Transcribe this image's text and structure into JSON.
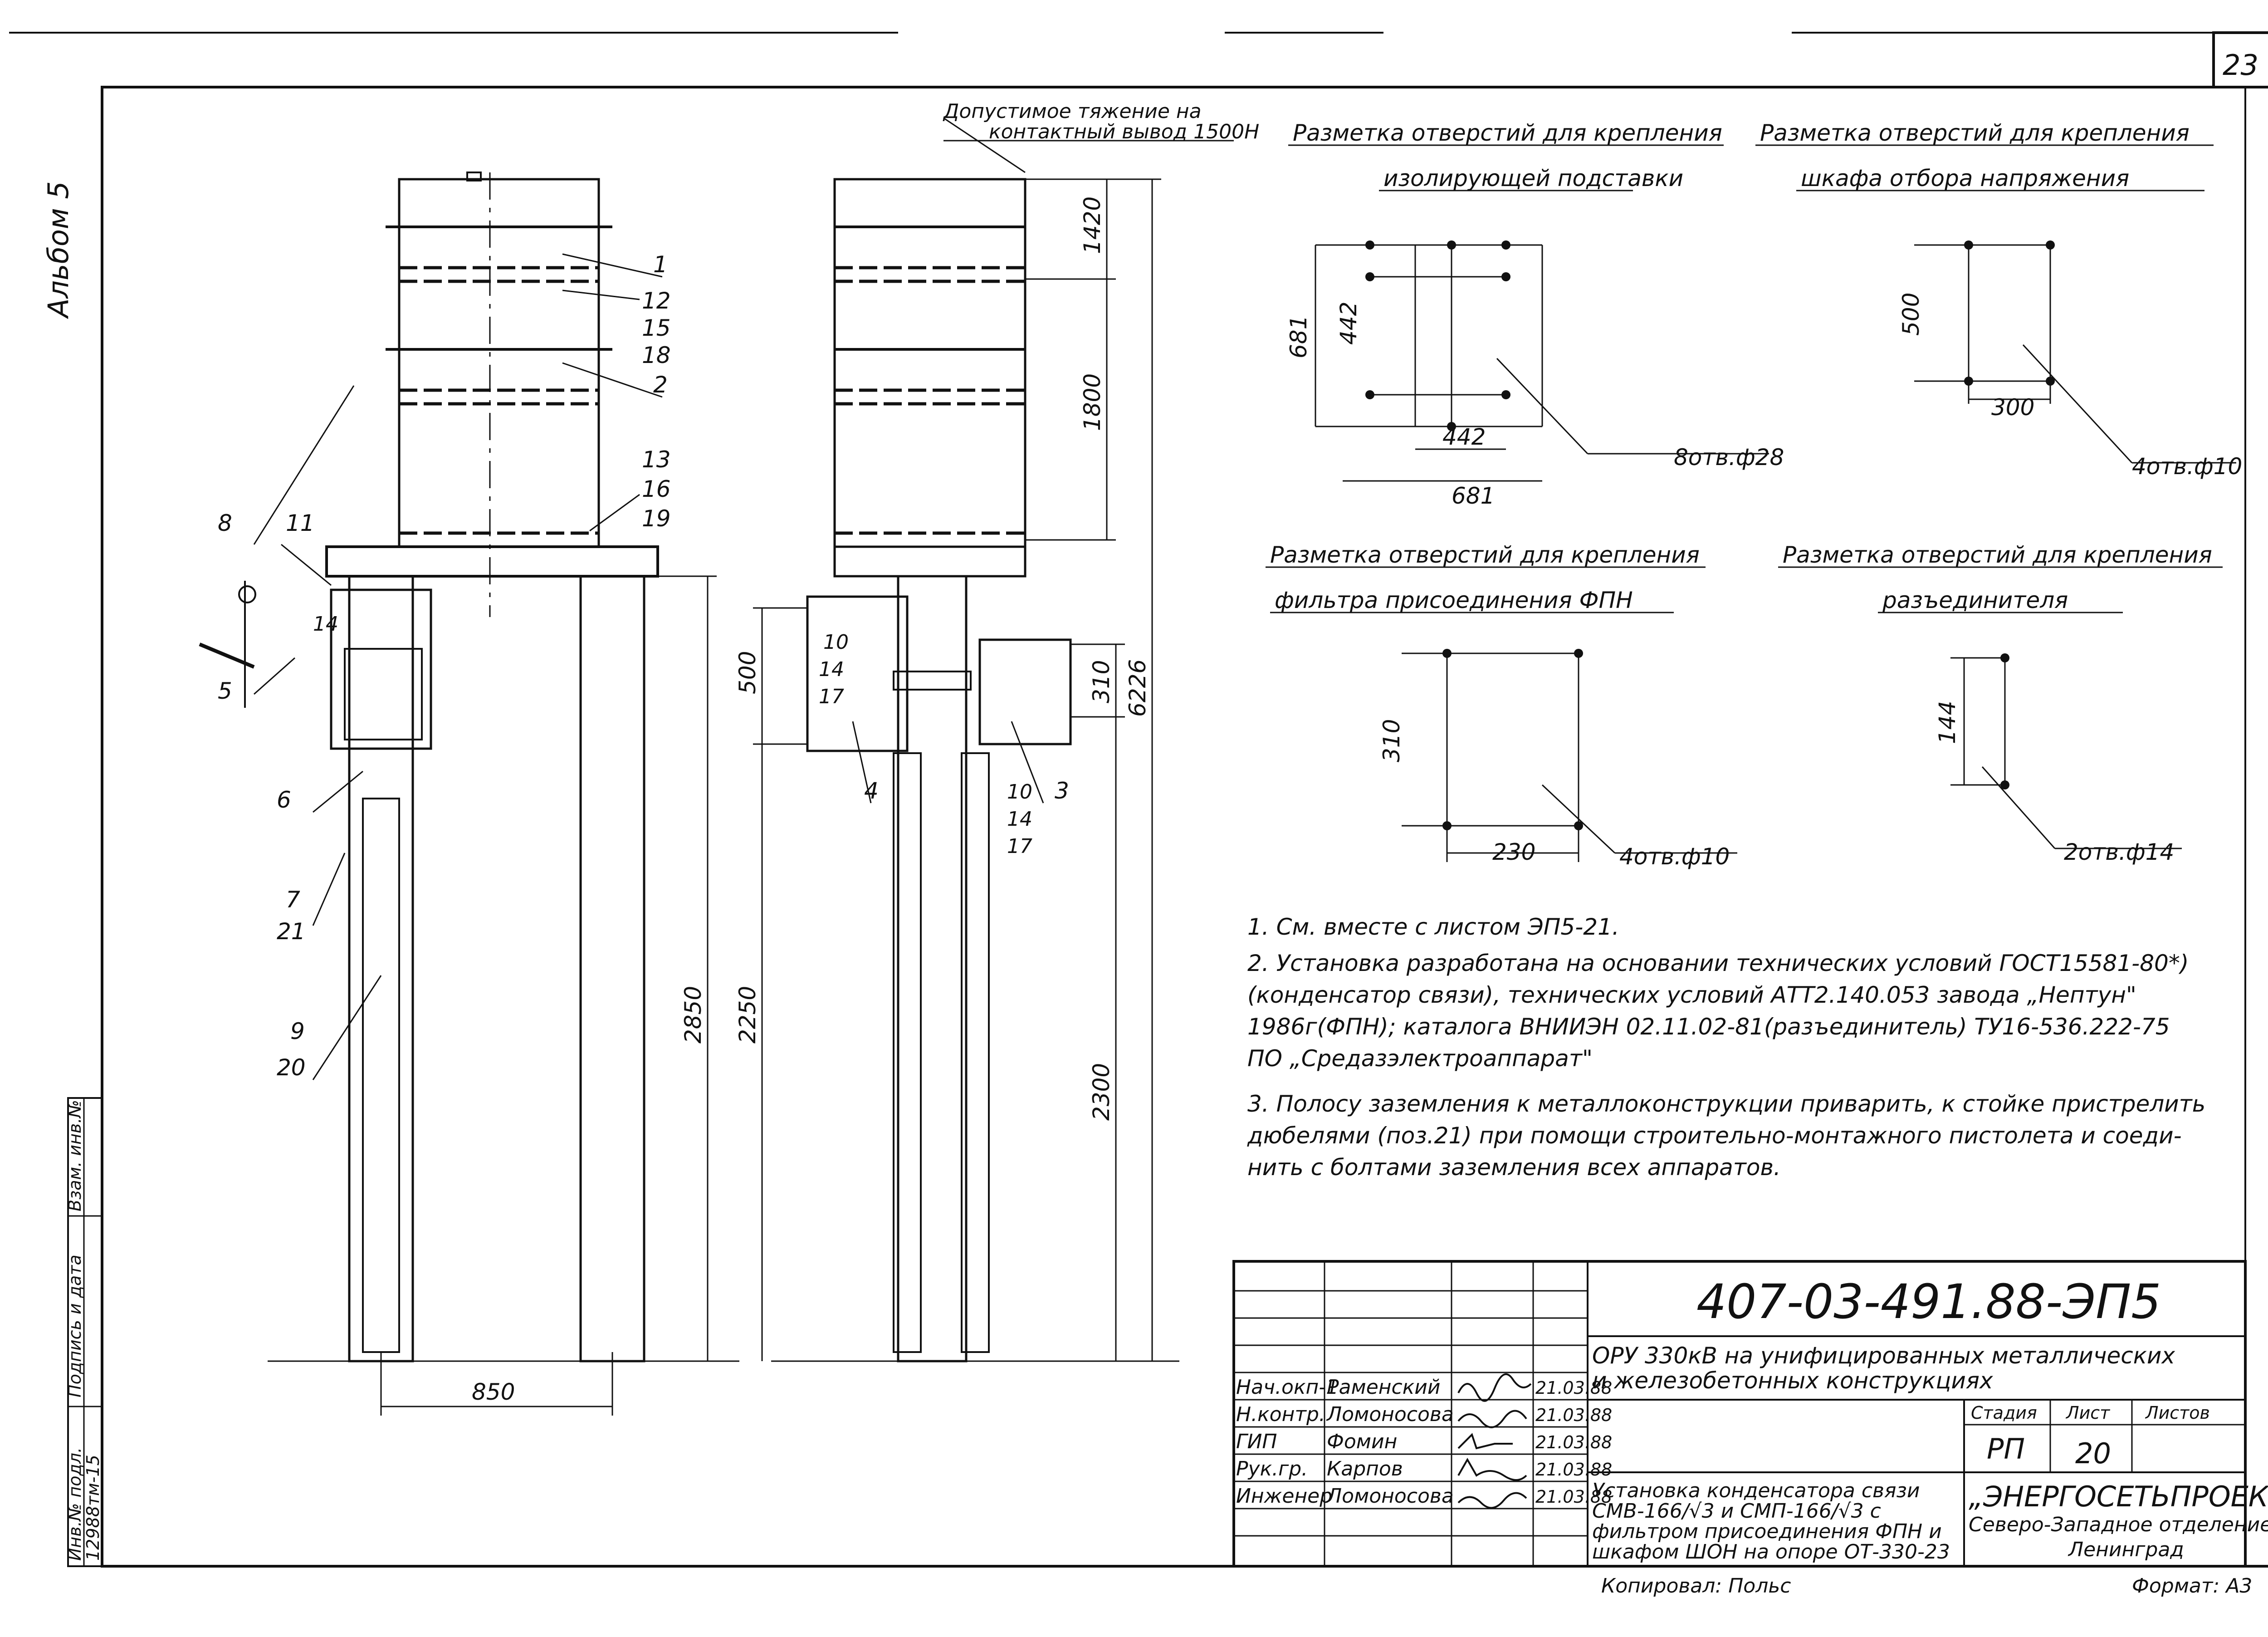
{
  "sheet_number": "23",
  "album_label": "Альбом 5",
  "callouts": {
    "c1": "1",
    "c2": "2",
    "c3": "3",
    "c4": "4",
    "c5": "5",
    "c6": "6",
    "c7": "7",
    "c8": "8",
    "c9": "9",
    "c10a": "10",
    "c10b": "10",
    "c11": "11",
    "c12": "12",
    "c13": "13",
    "c14a": "14",
    "c14b": "14",
    "c14c": "14",
    "c15": "15",
    "c16": "16",
    "c17a": "17",
    "c17b": "17",
    "c18": "18",
    "c19": "19",
    "c20": "20",
    "c21": "21"
  },
  "dimensions": {
    "d1420": "1420",
    "d1800": "1800",
    "d6226": "6226",
    "d500": "500",
    "d310": "310",
    "d2850": "2850",
    "d2250": "2250",
    "d2300": "2300",
    "d850": "850"
  },
  "tension_note": {
    "line1": "Допустимое тяжение на",
    "line2": "контактный вывод 1500Н"
  },
  "hole_layouts": [
    {
      "title1": "Разметка отверстий для крепления",
      "title2": "изолирующей подставки",
      "dims": [
        "681",
        "442",
        "442",
        "681"
      ],
      "holes": "8отв.ф28"
    },
    {
      "title1": "Разметка отверстий для крепления",
      "title2": "шкафа отбора напряжения",
      "dims": [
        "500",
        "300"
      ],
      "holes": "4отв.ф10"
    },
    {
      "title1": "Разметка отверстий для крепления",
      "title2": "фильтра присоединения ФПН",
      "dims": [
        "310",
        "230"
      ],
      "holes": "4отв.ф10"
    },
    {
      "title1": "Разметка отверстий для крепления",
      "title2": "разъединителя",
      "dims": [
        "144"
      ],
      "holes": "2отв.ф14"
    }
  ],
  "notes": [
    "1.  См. вместе с листом ЭП5-21.",
    "2.  Установка разработана  на основании технических условий ГОСТ15581-80*)",
    "     (конденсатор связи), технических условий АТТ2.140.053 завода „Нептун\"",
    "     1986г(ФПН); каталога ВНИИЭН 02.11.02-81(разъединитель) ТУ16-536.222-75",
    "     ПО    „Средазэлектроаппарат\"",
    "3.  Полосу заземления к металлоконструкции приварить, к стойке пристрелить",
    "     дюбелями (поз.21) при помощи строительно-монтажного пистолета и соеди-",
    "     нить с болтами заземления всех  аппаратов."
  ],
  "side_stamp": {
    "inv_podl_label": "Инв.№ подл.",
    "inv_podl_value": "12988тм-15",
    "sign_date_label": "Подпись и дата",
    "vzam_label": "Взам. инв.№"
  },
  "title_block": {
    "code": "407-03-491.88-ЭП5",
    "object_line1": "ОРУ 330кВ на унифицированных металлических",
    "object_line2": "и железобетонных конструкциях",
    "drawing_line1": "Установка конденсатора связи",
    "drawing_line2": "СМВ-166/√3 и СМП-166/√3 с",
    "drawing_line3": "фильтром присоединения ФПН и",
    "drawing_line4": "шкафом ШОН на опоре ОТ-330-23",
    "stage_label": "Стадия",
    "sheet_label": "Лист",
    "sheets_label": "Листов",
    "stage_value": "РП",
    "sheet_value": "20",
    "sheets_value": "",
    "org_line1": "„ЭНЕРГОСЕТЬПРОЕКТ\"",
    "org_line2": "Северо-Западное отделение",
    "org_line3": "Ленинград",
    "signatories": [
      {
        "role": "Нач.окп-1",
        "name": "Раменский",
        "date": "21.03.88"
      },
      {
        "role": "Н.контр.",
        "name": "Ломоносова",
        "date": "21.03.88"
      },
      {
        "role": "ГИП",
        "name": "Фомин",
        "date": "21.03.88"
      },
      {
        "role": "Рук.гр.",
        "name": "Карпов",
        "date": "21.03.88"
      },
      {
        "role": "Инженер",
        "name": "Ломоносова",
        "date": "21.03.88"
      }
    ]
  },
  "copied_by": "Копировал: Польс",
  "format_label": "Формат: А3"
}
